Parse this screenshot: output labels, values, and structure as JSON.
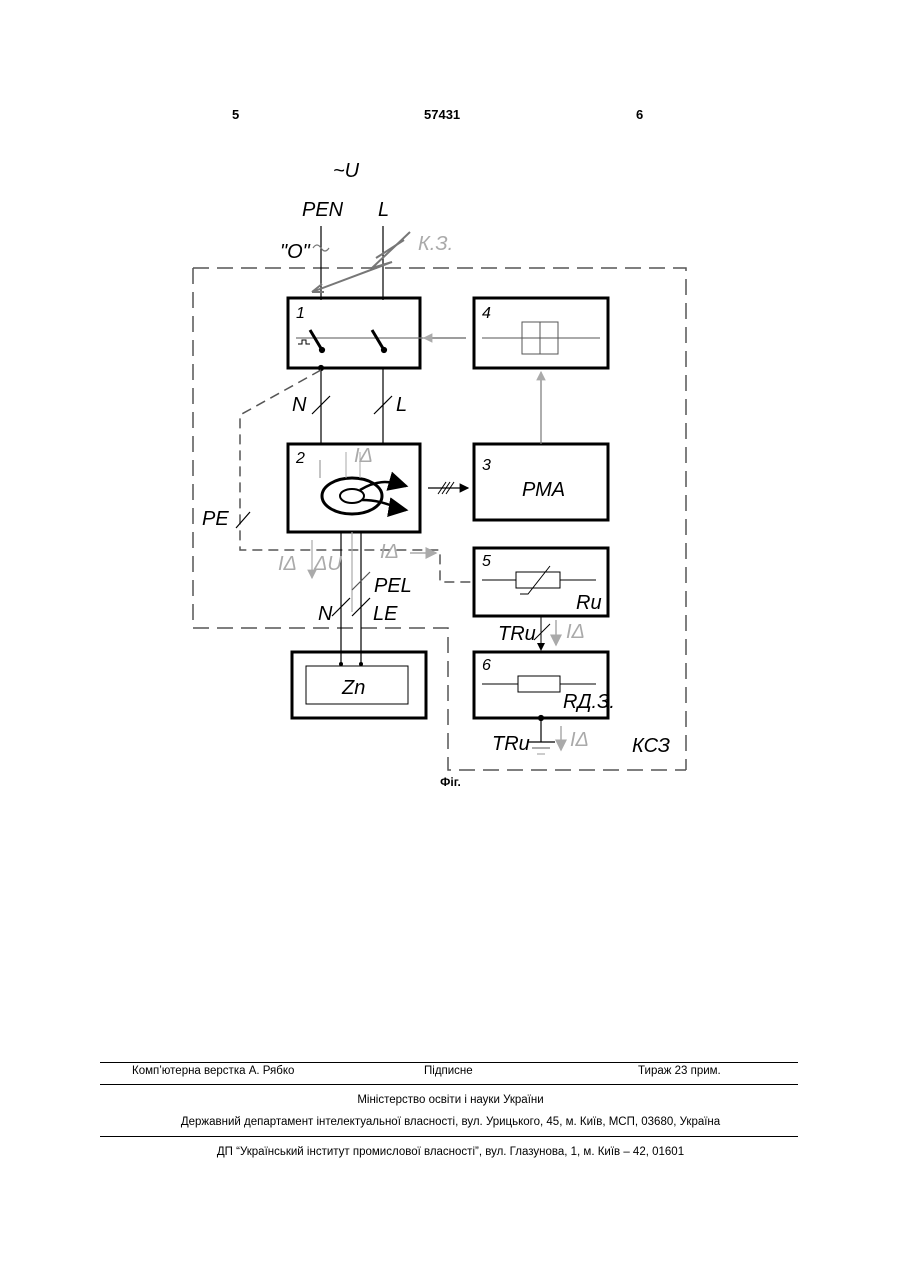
{
  "header": {
    "page_left": "5",
    "patent_number": "57431",
    "page_right": "6"
  },
  "diagram": {
    "supply_label": "~U",
    "pen_label": "PEN",
    "l_label": "L",
    "zero_label": "\"O\"",
    "short_circuit_label": "К.З.",
    "block1_number": "1",
    "block2_number": "2",
    "block3_number": "3",
    "block3_text": "РМА",
    "block4_number": "4",
    "block5_number": "5",
    "block5_text": "Ru",
    "block6_number": "6",
    "block6_text": "RД.З.",
    "load_text": "Zn",
    "n_label": "N",
    "l_label2": "L",
    "pe_label": "PE",
    "i_delta": "IΔ",
    "delta_u": "ΔU",
    "pe_l_label": "PEL",
    "n_label2": "N",
    "le_label": "LE",
    "t_ru": "TRu",
    "t_ru2": "TRu",
    "ksz_label": "КСЗ"
  },
  "caption": "Фіг.",
  "footer": {
    "typesetting": "Комп’ютерна верстка А. Рябко",
    "signed": "Підписне",
    "circulation": "Тираж 23 прим.",
    "ministry": "Міністерство освіти і науки України",
    "department": "Державний департамент інтелектуальної власності, вул. Урицького, 45, м. Київ, МСП, 03680, Україна",
    "institute": "ДП “Український інститут промислової власності”, вул. Глазунова, 1, м. Київ – 42, 01601"
  }
}
